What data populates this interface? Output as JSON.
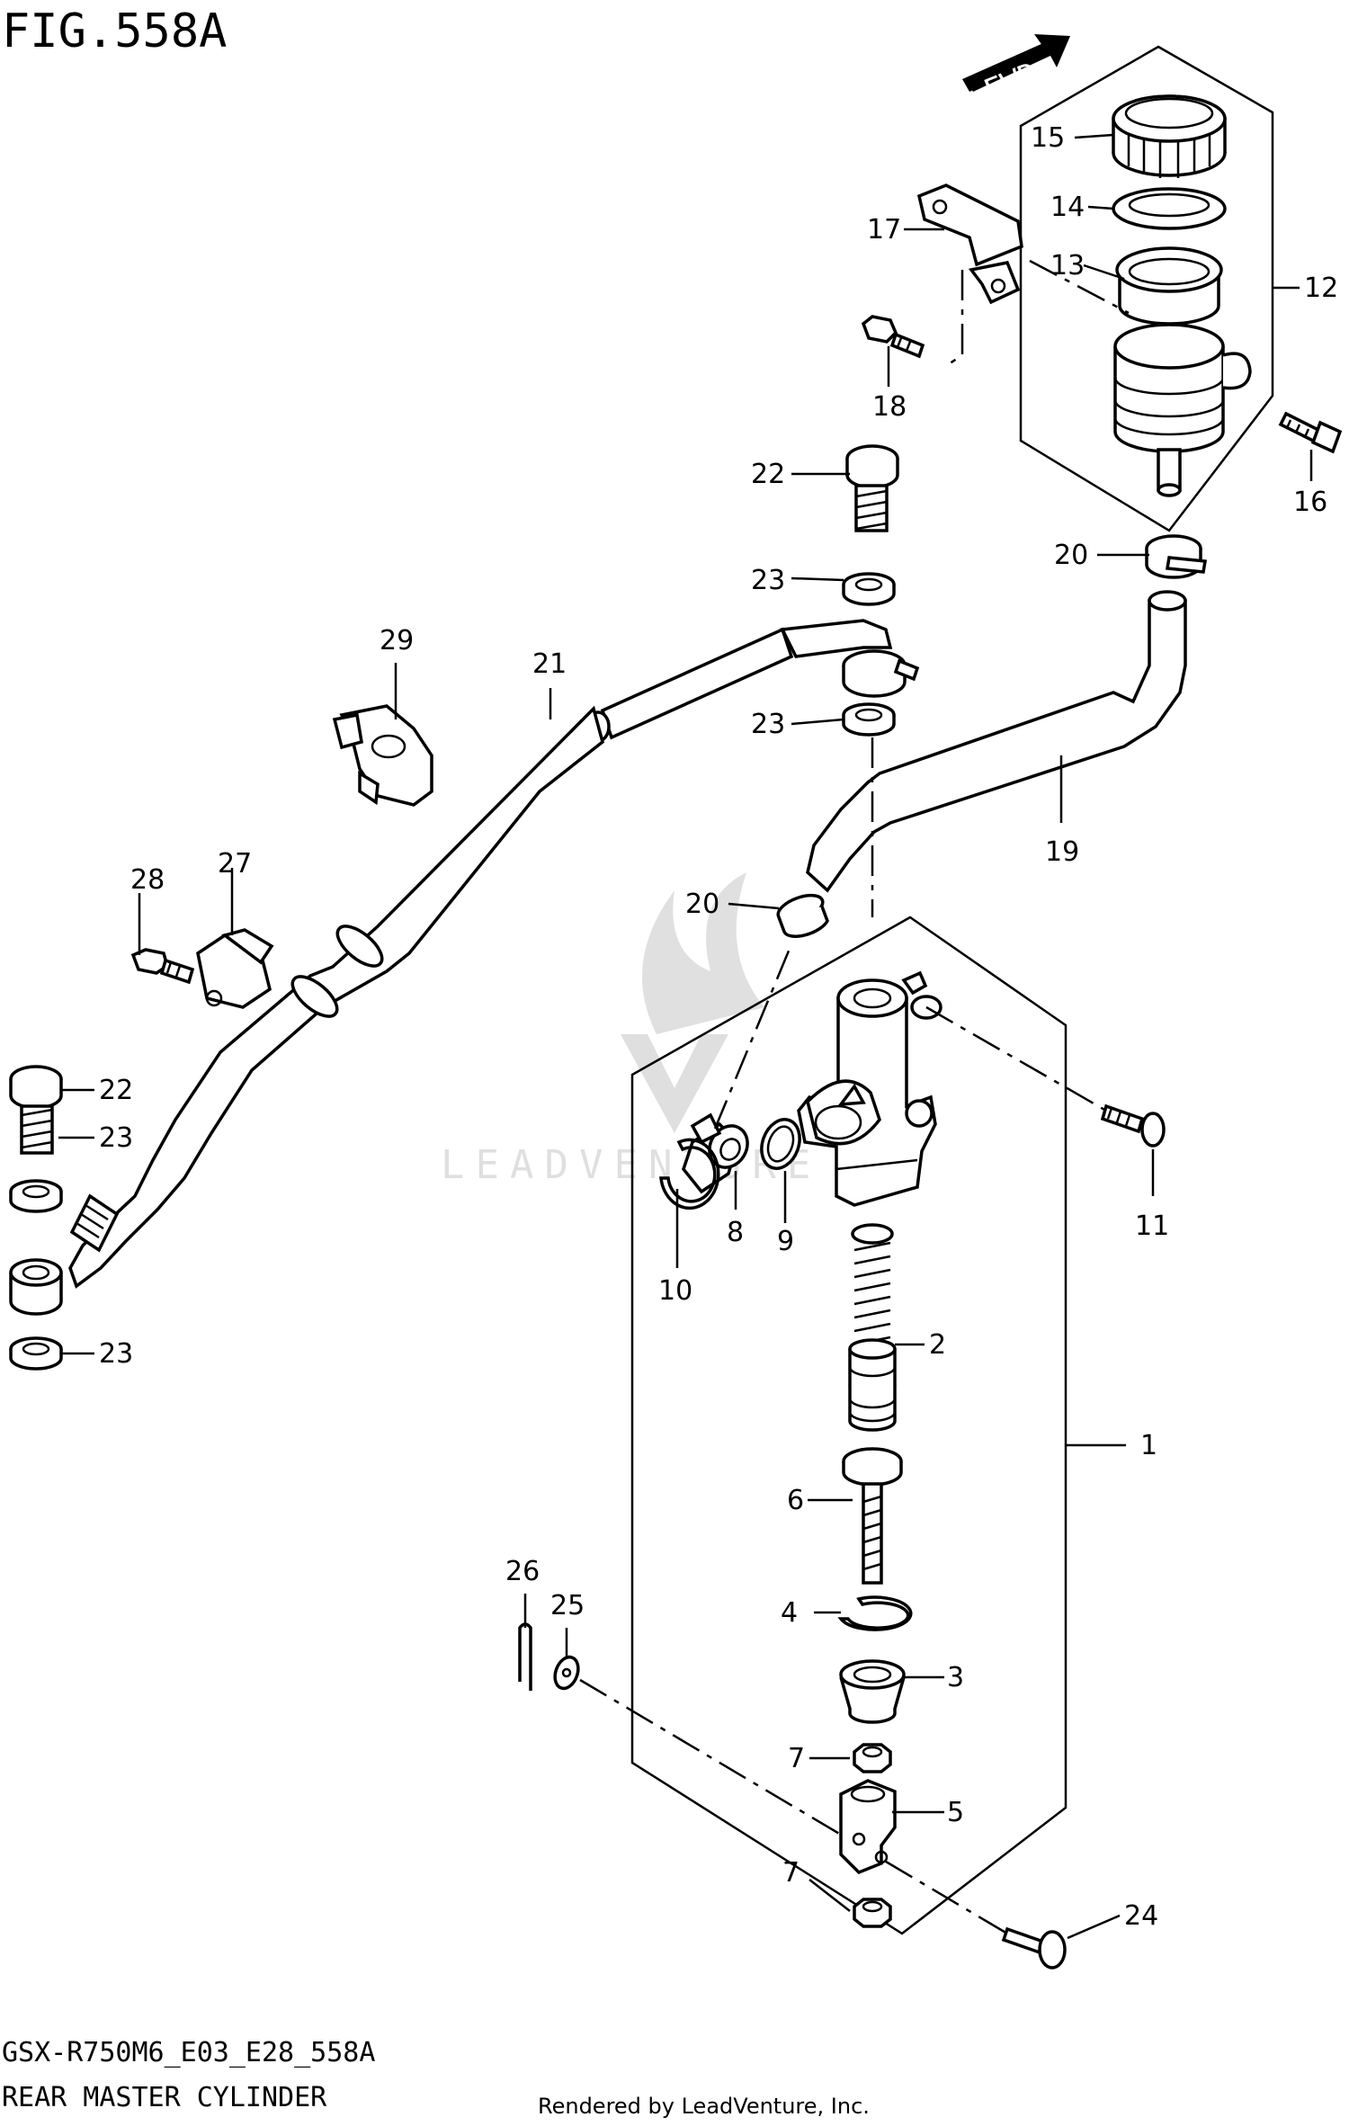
{
  "figure_id": "FIG.558A",
  "fwd_label": "FWD",
  "model_code": "GSX-R750M6_E03_E28_558A",
  "section_title": "REAR MASTER CYLINDER",
  "rendered_by": "Rendered by LeadVenture, Inc.",
  "watermark": "LEADVENTURE",
  "callouts": {
    "c1": "1",
    "c2": "2",
    "c3": "3",
    "c4": "4",
    "c5": "5",
    "c6": "6",
    "c7a": "7",
    "c7b": "7",
    "c8": "8",
    "c9": "9",
    "c10": "10",
    "c11": "11",
    "c12": "12",
    "c13": "13",
    "c14": "14",
    "c15": "15",
    "c16": "16",
    "c17": "17",
    "c18": "18",
    "c19": "19",
    "c20a": "20",
    "c20b": "20",
    "c21": "21",
    "c22a": "22",
    "c22b": "22",
    "c23a": "23",
    "c23b": "23",
    "c23c": "23",
    "c23d": "23",
    "c24": "24",
    "c25": "25",
    "c26": "26",
    "c27": "27",
    "c28": "28",
    "c29": "29"
  }
}
